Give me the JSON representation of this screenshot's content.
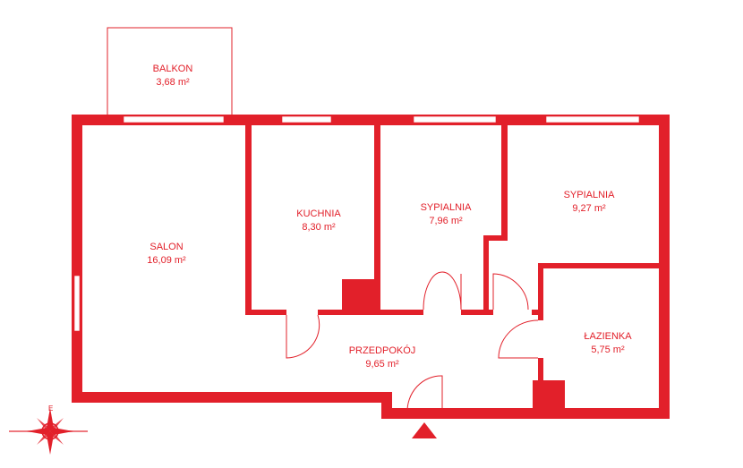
{
  "colors": {
    "wall": "#e2202a",
    "window_fill": "#ffffff",
    "outline": "#e2202a"
  },
  "rooms": [
    {
      "id": "balkon",
      "name": "BALKON",
      "area": "3,68 m²"
    },
    {
      "id": "salon",
      "name": "SALON",
      "area": "16,09 m²"
    },
    {
      "id": "kuchnia",
      "name": "KUCHNIA",
      "area": "8,30 m²"
    },
    {
      "id": "sypialnia1",
      "name": "SYPIALNIA",
      "area": "7,96 m²"
    },
    {
      "id": "sypialnia2",
      "name": "SYPIALNIA",
      "area": "9,27 m²"
    },
    {
      "id": "przedpokoj",
      "name": "PRZEDPOKÓJ",
      "area": "9,65 m²"
    },
    {
      "id": "lazienka",
      "name": "ŁAZIENKA",
      "area": "5,75 m²"
    }
  ],
  "compass": {
    "icon": "compass-rose-icon",
    "label": "E"
  },
  "entrance": {
    "icon": "entrance-arrow-icon"
  }
}
